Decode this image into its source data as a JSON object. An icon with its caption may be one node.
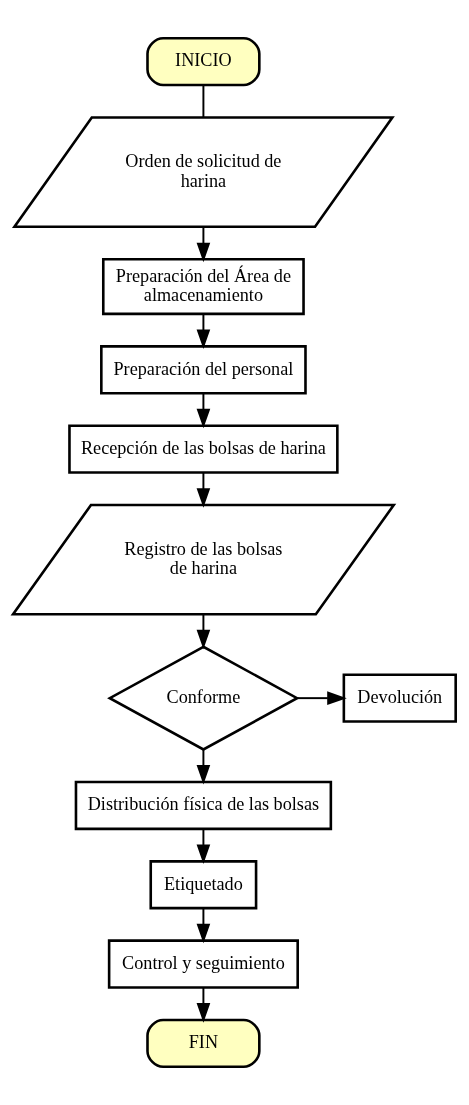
{
  "diagram": {
    "nodes": [
      {
        "text": [
          "INICIO"
        ]
      },
      {
        "text": [
          "Orden de solicitud de harina"
        ]
      },
      {
        "text": [
          "Preparación del Área de almacenamiento"
        ]
      },
      {
        "text": [
          "Preparación del personal"
        ]
      },
      {
        "text": [
          "Recepción de las bolsas de harina"
        ]
      },
      {
        "text": [
          "Registro de las bolsas de harina"
        ]
      },
      {
        "text": [
          "Conforme"
        ]
      },
      {
        "text": [
          "Devolución"
        ]
      },
      {
        "text": [
          "Distribución física de las bolsas"
        ]
      },
      {
        "text": [
          "Etiquetado"
        ]
      },
      {
        "text": [
          "Control y seguimiento"
        ]
      },
      {
        "text": [
          "FIN"
        ]
      }
    ],
    "edges": [
      {
        "from": 0,
        "to": 1,
        "arrow": "none"
      },
      {
        "from": 1,
        "to": 2,
        "arrow": "to"
      },
      {
        "from": 2,
        "to": 3,
        "arrow": "to"
      },
      {
        "from": 3,
        "to": 4,
        "arrow": "to"
      },
      {
        "from": 4,
        "to": 5,
        "arrow": "to"
      },
      {
        "from": 5,
        "to": 6,
        "arrow": "to"
      },
      {
        "from": 6,
        "to": 7,
        "arrow": "to"
      },
      {
        "from": 6,
        "to": 8,
        "arrow": "to"
      },
      {
        "from": 8,
        "to": 9,
        "arrow": "to"
      },
      {
        "from": 9,
        "to": 10,
        "arrow": "to"
      },
      {
        "from": 10,
        "to": 11,
        "arrow": "to"
      }
    ]
  }
}
